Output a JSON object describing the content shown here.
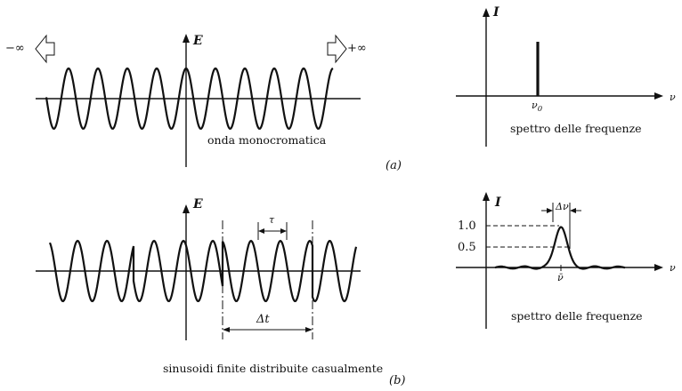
{
  "panel_a": {
    "label": "(a)",
    "wave_caption": "onda monocromatica",
    "wave_axis_label": "E",
    "left_infinity": "−∞",
    "right_infinity": "+∞",
    "spectrum_axis_label": "I",
    "spectrum_x_label": "ν",
    "spectrum_line_label": "ν",
    "spectrum_line_subscript": "0",
    "spectrum_caption": "spettro delle frequenze"
  },
  "panel_b": {
    "label": "(b)",
    "wave_caption": "sinusoidi finite distribuite casualmente",
    "wave_axis_label": "E",
    "tau_label": "τ",
    "delta_t_label": "Δt",
    "spectrum_axis_label": "I",
    "spectrum_x_label": "ν",
    "delta_nu_label": "Δν",
    "tick_1": "1.0",
    "tick_05": "0.5",
    "nu_bar_label": "ν̄",
    "spectrum_caption": "spettro delle frequenze"
  }
}
